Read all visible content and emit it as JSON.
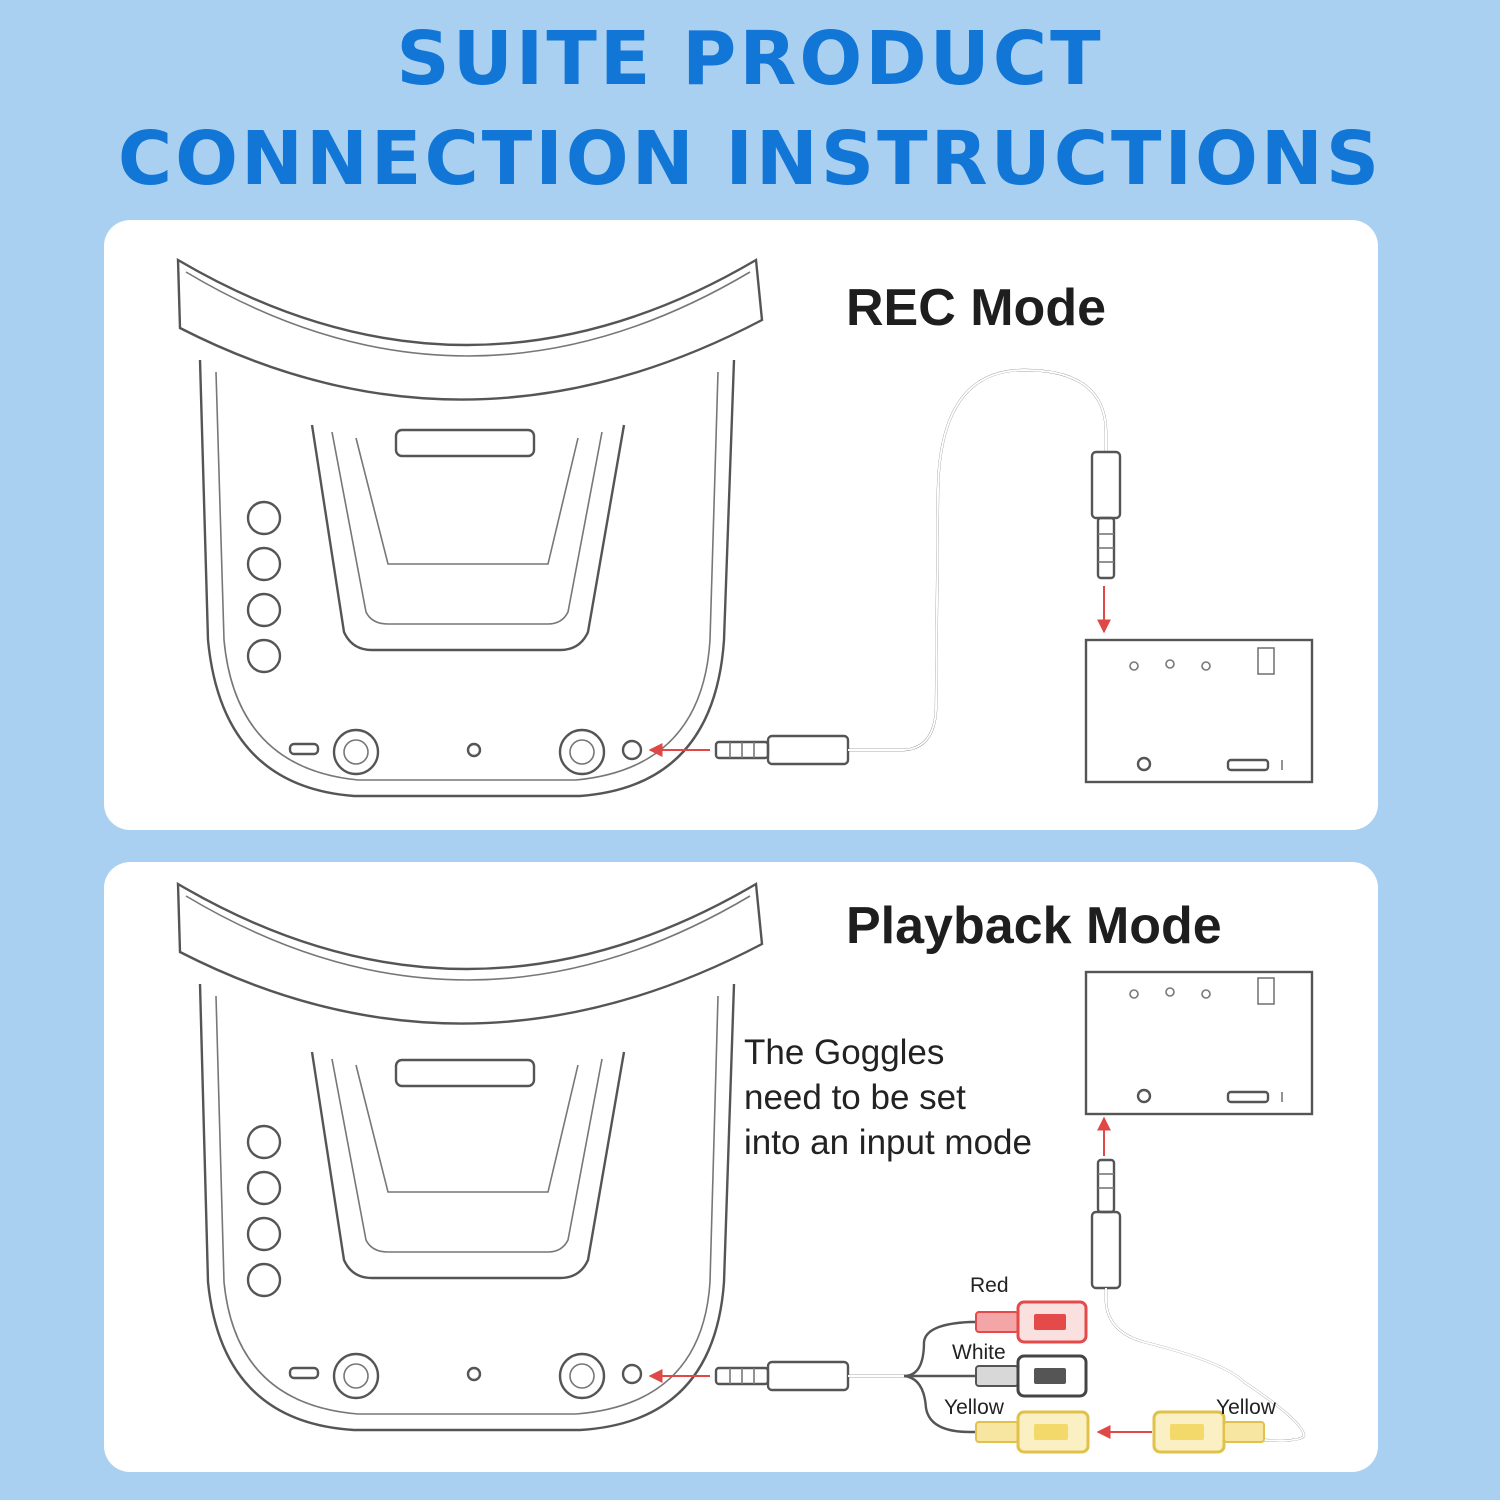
{
  "title": {
    "line1": "SUITE PRODUCT",
    "line2": "CONNECTION INSTRUCTIONS"
  },
  "rec_panel": {
    "label": "REC Mode"
  },
  "playback_panel": {
    "label": "Playback Mode",
    "note_lines": [
      "The Goggles",
      "need to be set",
      "into an input mode"
    ],
    "cable_labels": {
      "red": "Red",
      "white": "White",
      "yellow_left": "Yellow",
      "yellow_right": "Yellow"
    }
  },
  "colors": {
    "background": "#a9d0f1",
    "title": "#1176d6",
    "panel": "#ffffff",
    "arrow": "#e04848",
    "rca_red": "#e54a4a",
    "rca_yellow": "#f2d96a"
  }
}
